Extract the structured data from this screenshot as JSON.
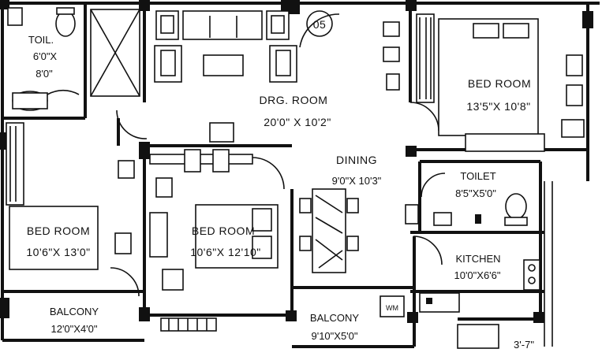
{
  "plan": {
    "number_badge": "05",
    "rooms": [
      {
        "id": "toilet-1",
        "name": "TOIL.",
        "size_lines": [
          "6'0\"X",
          "8'0\""
        ]
      },
      {
        "id": "drawing-room",
        "name": "DRG. ROOM",
        "size_lines": [
          "20'0\" X 10'2\""
        ]
      },
      {
        "id": "bed-room-1",
        "name": "BED ROOM",
        "size_lines": [
          "13'5\"X 10'8\""
        ]
      },
      {
        "id": "dining",
        "name": "DINING",
        "size_lines": [
          "9'0\"X 10'3\""
        ]
      },
      {
        "id": "toilet-2",
        "name": "TOILET",
        "size_lines": [
          "8'5\"X5'0\""
        ]
      },
      {
        "id": "bed-room-2",
        "name": "BED ROOM",
        "size_lines": [
          "10'6\"X 13'0\""
        ]
      },
      {
        "id": "bed-room-3",
        "name": "BED ROOM",
        "size_lines": [
          "10'6\"X 12'10\""
        ]
      },
      {
        "id": "kitchen",
        "name": "KITCHEN",
        "size_lines": [
          "10'0\"X6'6\""
        ]
      },
      {
        "id": "balcony-1",
        "name": "BALCONY",
        "size_lines": [
          "12'0\"X4'0\""
        ]
      },
      {
        "id": "balcony-2",
        "name": "BALCONY",
        "size_lines": [
          "9'10\"X5'0\""
        ]
      }
    ],
    "wm_label": "WM",
    "edge_dimension": "3'-7\""
  }
}
